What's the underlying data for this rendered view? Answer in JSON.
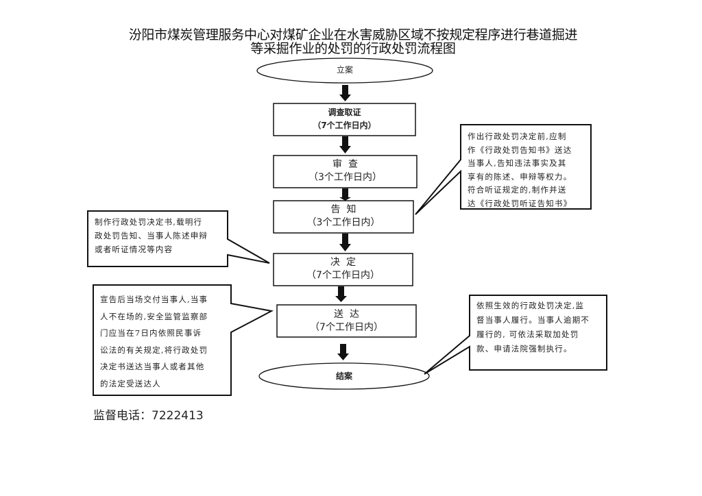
{
  "title": {
    "line1": "汾阳市煤炭管理服务中心对煤矿企业在水害威胁区域不按规定程序进行巷道掘进",
    "line2": "等采掘作业的处罚的行政处罚流程图"
  },
  "steps": [
    {
      "id": "start",
      "shape": "ellipse",
      "label": "立案",
      "duration": ""
    },
    {
      "id": "investigate",
      "shape": "box",
      "label": "调查取证",
      "duration": "（7个工作日内）"
    },
    {
      "id": "review",
      "shape": "box",
      "label": "审  查",
      "duration": "（3个工作日内）"
    },
    {
      "id": "notify",
      "shape": "box",
      "label": "告  知",
      "duration": "（3个工作日内）"
    },
    {
      "id": "decide",
      "shape": "box",
      "label": "决  定",
      "duration": "（7个工作日内）"
    },
    {
      "id": "deliver",
      "shape": "box",
      "label": "送  达",
      "duration": "（7个工作日内）"
    },
    {
      "id": "close",
      "shape": "ellipse",
      "label": "结案",
      "duration": ""
    }
  ],
  "callouts": {
    "notify_note": {
      "attached_to": "notify",
      "lines": [
        "作出行政处罚决定前,应制",
        "作《行政处罚告知书》送达",
        "当事人,告知违法事实及其",
        "享有的陈述、申辩等权力。",
        "符合听证规定的,制作并送",
        "达《行政处罚听证告知书》"
      ]
    },
    "decide_note": {
      "attached_to": "decide",
      "lines": [
        "制作行政处罚决定书,载明行",
        "政处罚告知、当事人陈述申辩",
        "或者听证情况等内容"
      ]
    },
    "deliver_note": {
      "attached_to": "deliver",
      "lines": [
        "宣告后当场交付当事人,当事",
        "人不在场的,安全监管监察部",
        "门应当在7日内依照民事诉",
        "讼法的有关规定,将行政处罚",
        "决定书送达当事人或者其他",
        "的法定受送达人"
      ]
    },
    "close_note": {
      "attached_to": "close",
      "lines": [
        "依照生效的行政处罚决定,监",
        "督当事人履行。当事人逾期不",
        "履行的, 可依法采取加处罚",
        "款、申请法院强制执行。"
      ]
    }
  },
  "footer": {
    "label": "监督电话：",
    "phone": "7222413"
  },
  "colors": {
    "line": "#111111",
    "background": "#ffffff",
    "text": "#222222"
  }
}
